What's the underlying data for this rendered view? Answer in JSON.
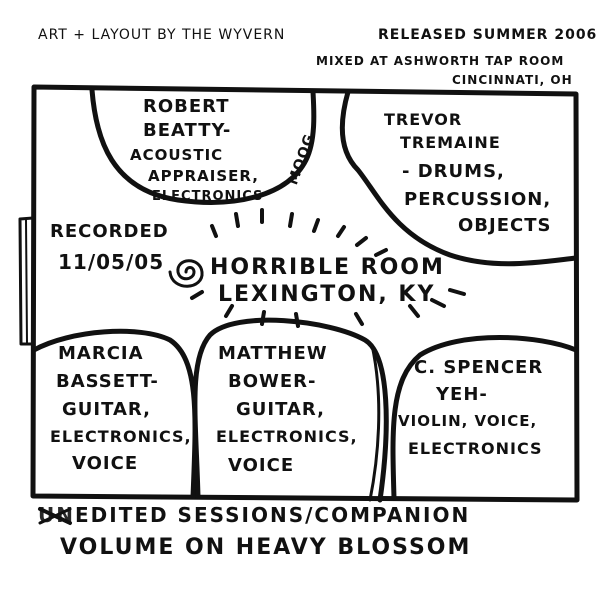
{
  "credits": {
    "art_layout": "ART + LAYOUT BY THE WYVERN",
    "released": "RELEASED SUMMER 2006",
    "mixed_line1": "MIXED AT ASHWORTH TAP ROOM",
    "mixed_line2": "CINCINNATI, OH"
  },
  "recorded": {
    "label": "RECORDED",
    "date": "11/05/05"
  },
  "venue": {
    "name": "HORRIBLE ROOM",
    "city": "LEXINGTON, KY"
  },
  "musicians": [
    {
      "lines": [
        "ROBERT",
        "BEATTY-",
        "ACOUSTIC",
        "APPRAISER,",
        "ELECTRONICS"
      ],
      "extra": "MOOG"
    },
    {
      "lines": [
        "TREVOR",
        "TREMAINE",
        "- DRUMS,",
        "PERCUSSION,",
        "OBJECTS"
      ]
    },
    {
      "lines": [
        "MARCIA",
        "BASSETT-",
        "GUITAR,",
        "ELECTRONICS,",
        "VOICE"
      ]
    },
    {
      "lines": [
        "MATTHEW",
        "BOWER-",
        "GUITAR,",
        "ELECTRONICS,",
        "VOICE"
      ]
    },
    {
      "lines": [
        "C. SPENCER",
        "YEH-",
        "VIOLIN, VOICE,",
        "ELECTRONICS"
      ]
    }
  ],
  "footer": {
    "line1": "EDITED SESSIONS/COMPANION",
    "struck_prefix": "UN",
    "line2": "VOLUME ON HEAVY BLOSSOM"
  }
}
